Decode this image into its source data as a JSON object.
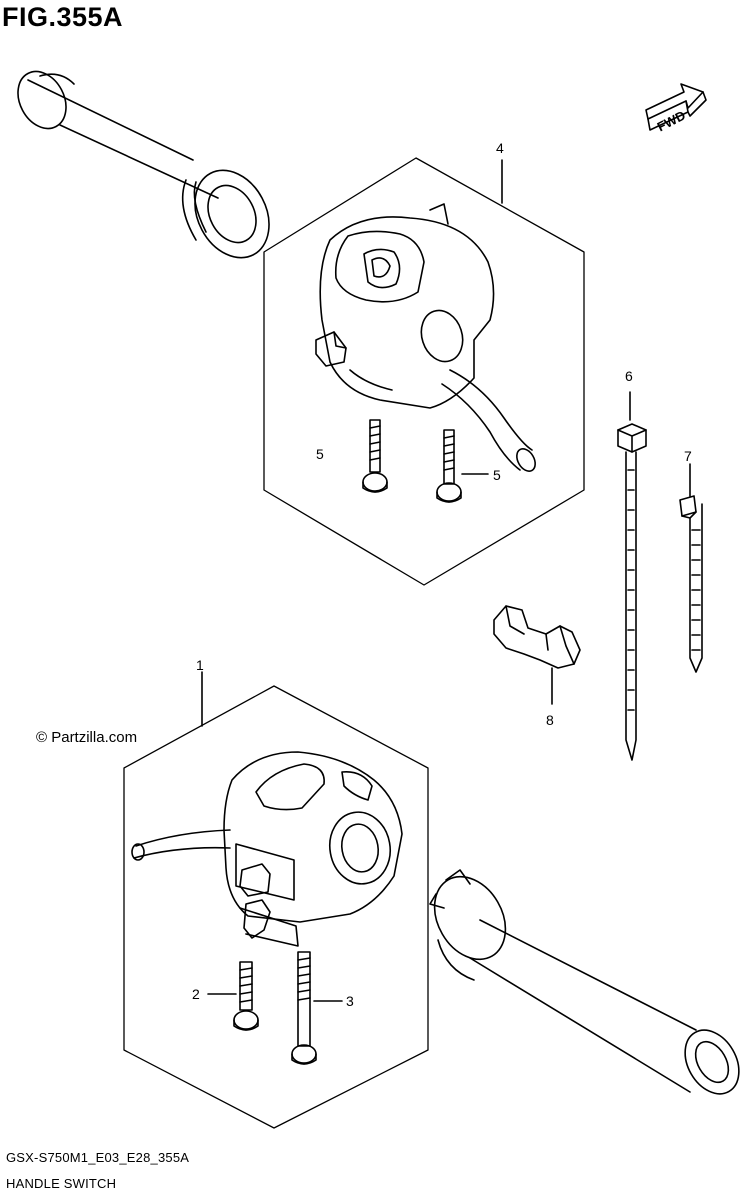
{
  "figure": {
    "title": "FIG.355A"
  },
  "direction_badge": {
    "label": "FWD"
  },
  "watermark": {
    "text": "© Partzilla.com"
  },
  "callouts": {
    "c1": "1",
    "c2": "2",
    "c3": "3",
    "c4": "4",
    "c5a": "5",
    "c5b": "5",
    "c6": "6",
    "c7": "7",
    "c8": "8"
  },
  "footer": {
    "model_code": "GSX-S750M1_E03_E28_355A",
    "section_name": "HANDLE SWITCH"
  }
}
